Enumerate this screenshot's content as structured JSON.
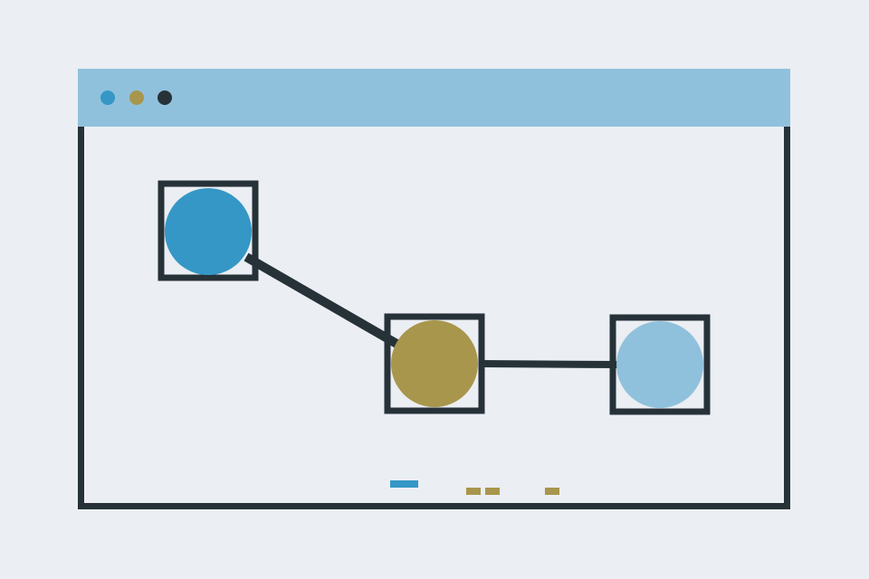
{
  "window": {
    "controls": [
      {
        "name": "close",
        "color": "#3597c6"
      },
      {
        "name": "minimize",
        "color": "#a8964c"
      },
      {
        "name": "maximize",
        "color": "#263238"
      }
    ],
    "titlebar_color": "#90c1dc",
    "frame_color": "#263238"
  },
  "colors": {
    "background": "#ebeef3",
    "stroke": "#263238",
    "blue": "#3597c6",
    "olive": "#a8964c",
    "light_blue": "#90c1dc"
  },
  "diagram": {
    "nodes": [
      {
        "id": "node-a",
        "color": "#3597c6"
      },
      {
        "id": "node-b",
        "color": "#a8964c"
      },
      {
        "id": "node-c",
        "color": "#90c1dc"
      }
    ],
    "edges": [
      {
        "from": "node-a",
        "to": "node-b"
      },
      {
        "from": "node-b",
        "to": "node-c"
      }
    ]
  },
  "footer_marks": [
    {
      "color": "#3597c6"
    },
    {
      "color": "#a8964c"
    },
    {
      "color": "#a8964c"
    },
    {
      "color": "#a8964c"
    }
  ]
}
